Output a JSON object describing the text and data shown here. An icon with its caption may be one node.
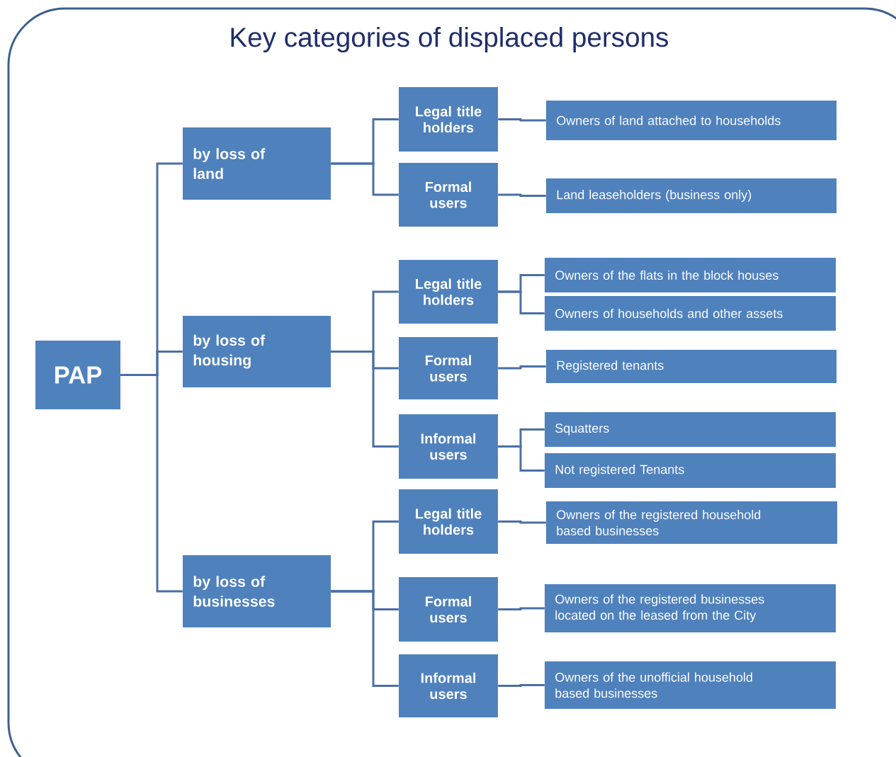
{
  "diagram": {
    "title": "Key categories of displaced persons",
    "nodes": [
      {
        "text": [
          "PAP"
        ]
      },
      {
        "text": [
          "by loss of land"
        ]
      },
      {
        "text": [
          "by loss of housing"
        ]
      },
      {
        "text": [
          "by loss of businesses"
        ]
      },
      {
        "text": [
          "Legal title holders"
        ]
      },
      {
        "text": [
          "Formal users"
        ]
      },
      {
        "text": [
          "Owners of land attached to households"
        ]
      },
      {
        "text": [
          "Land leaseholders (business only)"
        ]
      },
      {
        "text": [
          "Legal title holders"
        ]
      },
      {
        "text": [
          "Formal users"
        ]
      },
      {
        "text": [
          "Informal users"
        ]
      },
      {
        "text": [
          "Owners of the flats in the block houses"
        ]
      },
      {
        "text": [
          "Owners of households and other assets"
        ]
      },
      {
        "text": [
          "Registered tenants"
        ]
      },
      {
        "text": [
          "Squatters"
        ]
      },
      {
        "text": [
          "Not registered Tenants"
        ]
      },
      {
        "text": [
          "Legal title holders"
        ]
      },
      {
        "text": [
          "Formal users"
        ]
      },
      {
        "text": [
          "Informal users"
        ]
      },
      {
        "text": [
          "Owners of the registered household based businesses"
        ]
      },
      {
        "text": [
          "Owners of the registered businesses located on the  leased from the City"
        ]
      },
      {
        "text": [
          "Owners of the unofficial household based businesses"
        ]
      }
    ],
    "edges": [
      {
        "from": 0,
        "to": 1,
        "arrow": "none"
      },
      {
        "from": 0,
        "to": 2,
        "arrow": "none"
      },
      {
        "from": 0,
        "to": 3,
        "arrow": "none"
      },
      {
        "from": 1,
        "to": 4,
        "arrow": "none"
      },
      {
        "from": 1,
        "to": 5,
        "arrow": "none"
      },
      {
        "from": 4,
        "to": 6,
        "arrow": "none"
      },
      {
        "from": 5,
        "to": 7,
        "arrow": "none"
      },
      {
        "from": 2,
        "to": 8,
        "arrow": "none"
      },
      {
        "from": 2,
        "to": 9,
        "arrow": "none"
      },
      {
        "from": 2,
        "to": 10,
        "arrow": "none"
      },
      {
        "from": 8,
        "to": 11,
        "arrow": "none"
      },
      {
        "from": 8,
        "to": 12,
        "arrow": "none"
      },
      {
        "from": 9,
        "to": 13,
        "arrow": "none"
      },
      {
        "from": 10,
        "to": 14,
        "arrow": "none"
      },
      {
        "from": 10,
        "to": 15,
        "arrow": "none"
      },
      {
        "from": 3,
        "to": 16,
        "arrow": "none"
      },
      {
        "from": 3,
        "to": 17,
        "arrow": "none"
      },
      {
        "from": 3,
        "to": 18,
        "arrow": "none"
      },
      {
        "from": 16,
        "to": 19,
        "arrow": "none"
      },
      {
        "from": 17,
        "to": 20,
        "arrow": "none"
      },
      {
        "from": 18,
        "to": 21,
        "arrow": "none"
      }
    ]
  }
}
